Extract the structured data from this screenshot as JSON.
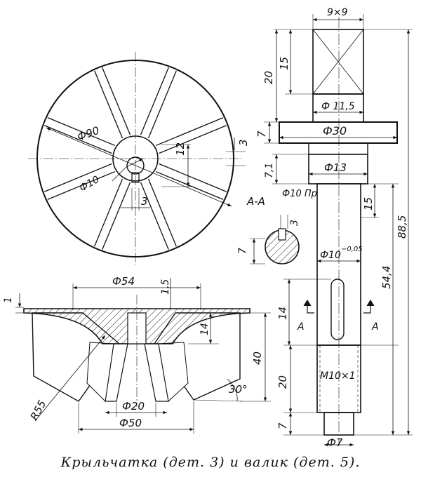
{
  "caption": "Крыльчатка (дет. 3) и валик (дет. 5).",
  "impeller_top": {
    "dia_outer": "Ф90",
    "dia_bore": "Ф10",
    "slot_height": "12",
    "slot_width": "3",
    "blade_thickness": "3",
    "blade_count": 8
  },
  "impeller_section": {
    "dia_top": "Ф54",
    "hub_step": "1,5",
    "plate_thickness": "1",
    "blade_offset": "14",
    "height": "40",
    "radius": "R55",
    "angle": "30°",
    "dia_hub": "Ф20",
    "dia_base": "Ф50"
  },
  "shaft": {
    "square": "9×9",
    "square_len": "15",
    "top_len": "20",
    "dia_neck": "Ф 11,5",
    "collar_len": "7",
    "dia_collar": "Ф30",
    "neck_len": "7,1",
    "dia_13": "Ф13",
    "dia_fit": "Ф10 Пр",
    "slot_offset": "15",
    "dia_main": "Ф10",
    "tolerance": "−0,05",
    "length_54": "54,4",
    "length_total": "88,5",
    "slot_len": "14",
    "thread_len": "20",
    "thread": "M10×1",
    "tip_len": "7",
    "dia_tip": "Ф7"
  },
  "section_aa": {
    "title": "А-А",
    "cut_mark": "А",
    "key_size": "3",
    "flat_size": "7"
  }
}
